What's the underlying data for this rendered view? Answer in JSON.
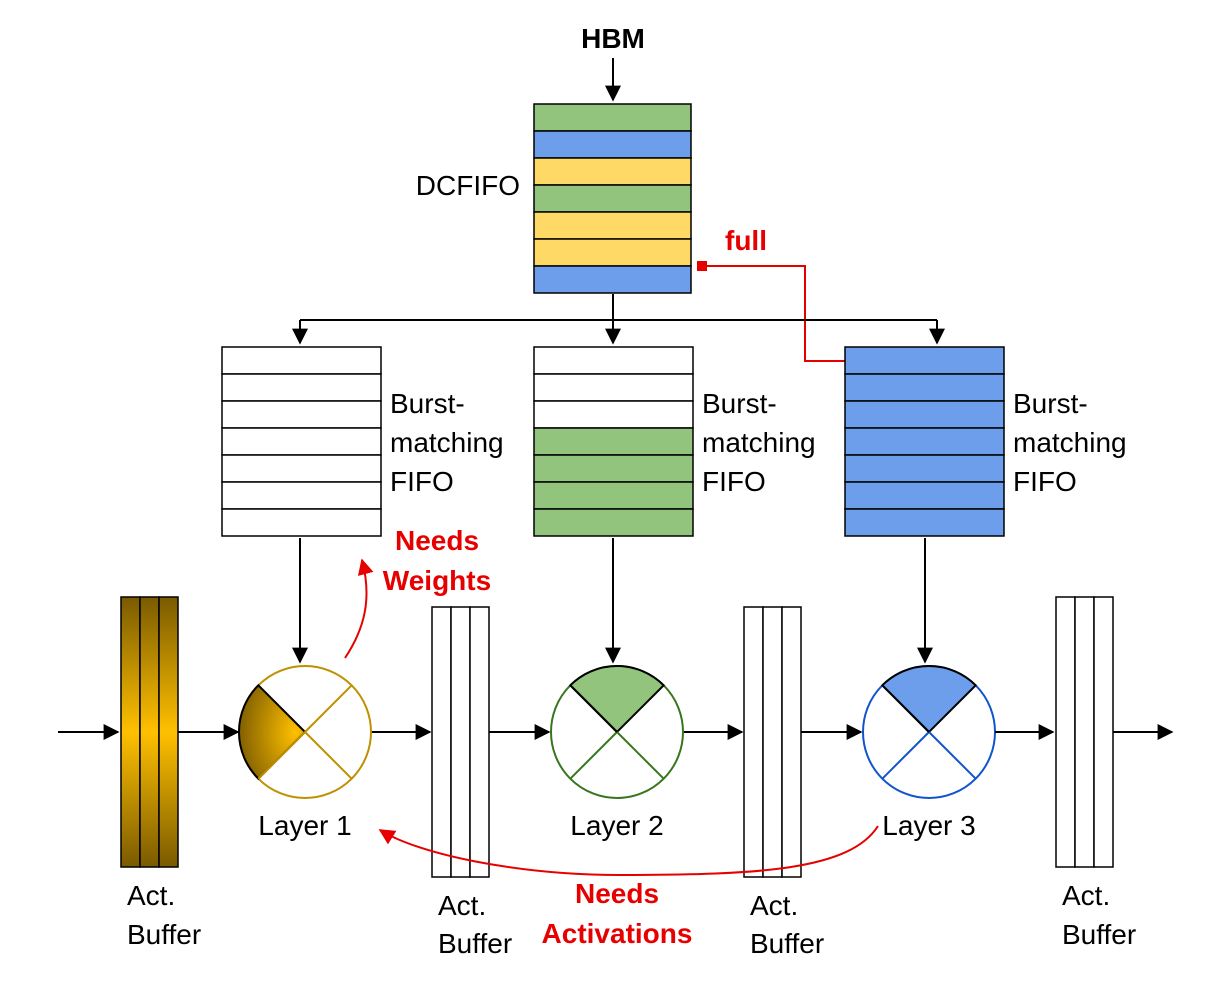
{
  "source": {
    "label": "HBM"
  },
  "dcfifo": {
    "label": "DCFIFO",
    "slots": [
      "#93c47d",
      "#6d9eeb",
      "#ffd966",
      "#93c47d",
      "#ffd966",
      "#ffd966",
      "#6d9eeb"
    ],
    "full_label": "full"
  },
  "colors": {
    "green": "#93c47d",
    "blue": "#6d9eeb",
    "yellow": "#ffd966",
    "gold_dark": "#7a5a00",
    "gold_light": "#ffc000",
    "red": "#e60000",
    "layer1_stroke": "#bf9000",
    "layer2_stroke": "#38761d",
    "layer3_stroke": "#1155cc"
  },
  "burst_fifos": [
    {
      "label_lines": [
        "Burst-",
        "matching",
        "FIFO"
      ],
      "filled_slots": 0,
      "fill": "#ffffff"
    },
    {
      "label_lines": [
        "Burst-",
        "matching",
        "FIFO"
      ],
      "filled_slots": 4,
      "fill": "#93c47d"
    },
    {
      "label_lines": [
        "Burst-",
        "matching",
        "FIFO"
      ],
      "filled_slots": 7,
      "fill": "#6d9eeb"
    }
  ],
  "layers": [
    {
      "label": "Layer 1"
    },
    {
      "label": "Layer 2"
    },
    {
      "label": "Layer 3"
    }
  ],
  "act_buffers": [
    {
      "label_lines": [
        "Act.",
        "Buffer"
      ]
    },
    {
      "label_lines": [
        "Act.",
        "Buffer"
      ]
    },
    {
      "label_lines": [
        "Act.",
        "Buffer"
      ]
    },
    {
      "label_lines": [
        "Act.",
        "Buffer"
      ]
    }
  ],
  "annotations": {
    "needs_weights": [
      "Needs",
      "Weights"
    ],
    "needs_activations": [
      "Needs",
      "Activations"
    ]
  }
}
